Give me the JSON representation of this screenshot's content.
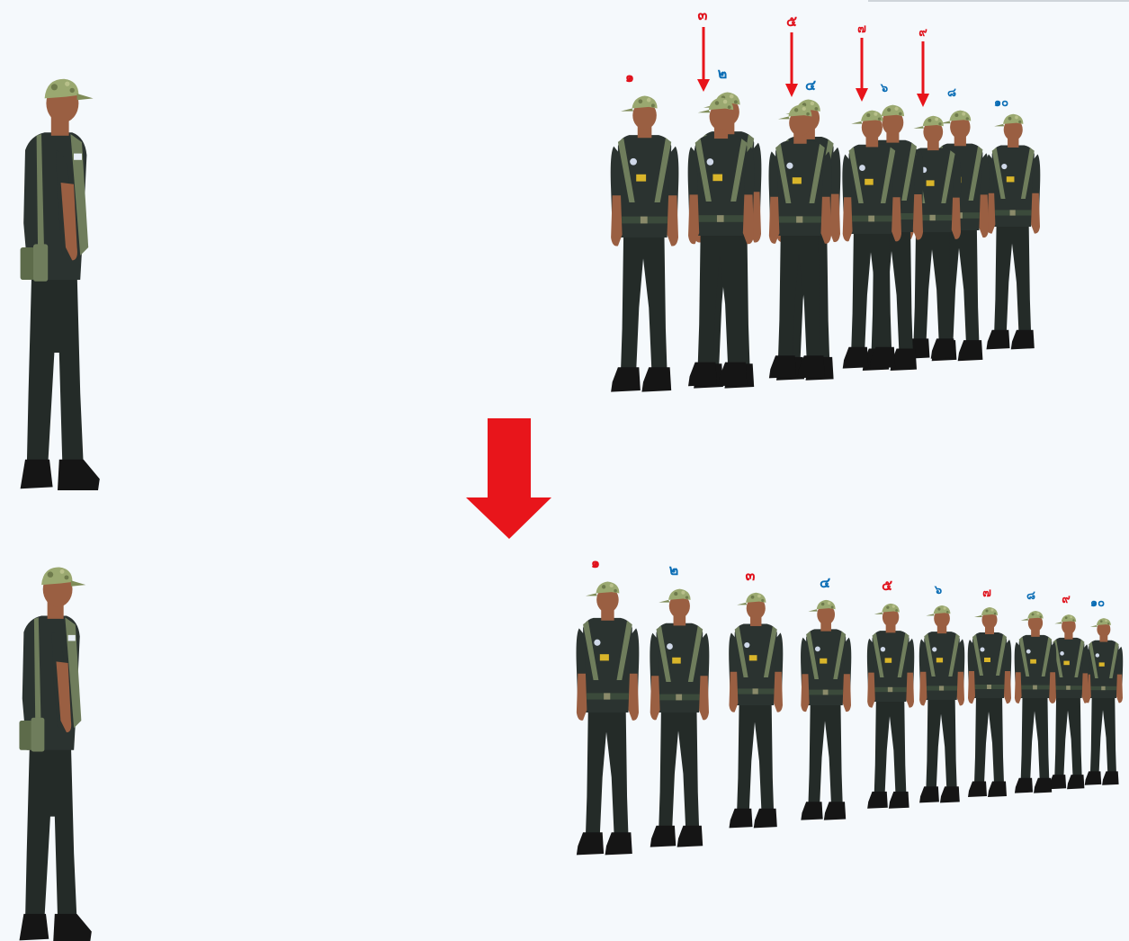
{
  "colors": {
    "odd_label": "#e0111b",
    "even_label": "#0a6db5",
    "arrow": "#e8151b",
    "uniform": "#2b3330",
    "uniform_dark": "#1f2522",
    "strap": "#6f7d5c",
    "cap": "#9aa870",
    "skin": "#9a5f42",
    "boot": "#151515",
    "badge": "#d9b52a"
  },
  "icons": {
    "soldier": "soldier-figure-icon",
    "down_arrow": "down-arrow-icon",
    "big_arrow": "big-down-arrow-icon"
  },
  "diagram": {
    "top": {
      "labels": {
        "n1": "๑",
        "n2": "๒",
        "n3": "๓",
        "n4": "๔",
        "n5": "๕",
        "n6": "๖",
        "n7": "๗",
        "n8": "๘",
        "n9": "๙",
        "n10": "๑๐"
      }
    },
    "bottom": {
      "labels": {
        "n1": "๑",
        "n2": "๒",
        "n3": "๓",
        "n4": "๔",
        "n5": "๕",
        "n6": "๖",
        "n7": "๗",
        "n8": "๘",
        "n9": "๙",
        "n10": "๑๐"
      }
    }
  }
}
